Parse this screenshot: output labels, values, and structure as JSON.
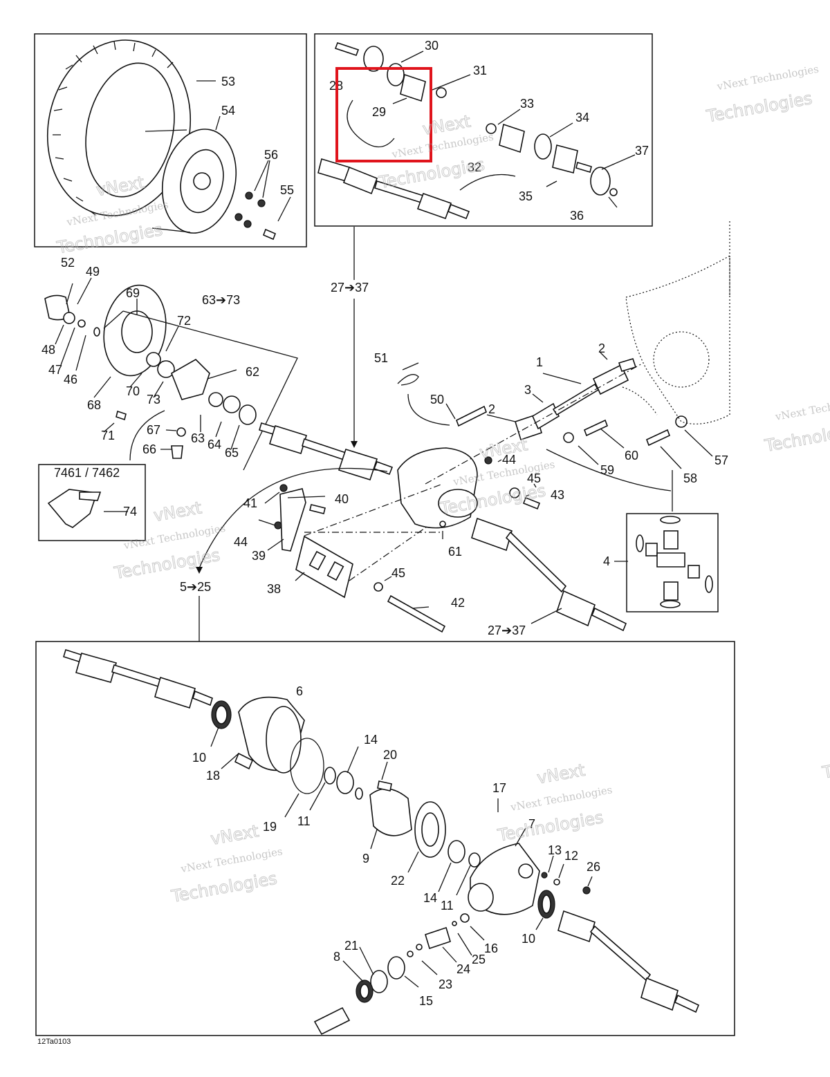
{
  "figure_code": "12Ta0103",
  "watermark": {
    "line1": "vNext Technologies",
    "line2": "vNext",
    "line3": "Technologies"
  },
  "highlight_color": "#e0141c",
  "callouts": {
    "c1": "1",
    "c2": "2",
    "c2b": "2",
    "c3": "3",
    "c4": "4",
    "c6": "6",
    "c7": "7",
    "c8": "8",
    "c9": "9",
    "c10": "10",
    "c10b": "10",
    "c11": "11",
    "c11b": "11",
    "c12": "12",
    "c13": "13",
    "c14": "14",
    "c14b": "14",
    "c15": "15",
    "c16": "16",
    "c17": "17",
    "c18": "18",
    "c19": "19",
    "c20": "20",
    "c21": "21",
    "c22": "22",
    "c23": "23",
    "c24": "24",
    "c25": "25",
    "c26": "26",
    "c28": "28",
    "c29": "29",
    "c30": "30",
    "c31": "31",
    "c32": "32",
    "c33": "33",
    "c34": "34",
    "c35": "35",
    "c36": "36",
    "c37": "37",
    "c38": "38",
    "c39": "39",
    "c40": "40",
    "c41": "41",
    "c42": "42",
    "c43": "43",
    "c44": "44",
    "c44b": "44",
    "c45": "45",
    "c45b": "45",
    "c46": "46",
    "c47": "47",
    "c48": "48",
    "c49": "49",
    "c50": "50",
    "c51": "51",
    "c52": "52",
    "c53": "53",
    "c54": "54",
    "c55": "55",
    "c56": "56",
    "c57": "57",
    "c58": "58",
    "c59": "59",
    "c60": "60",
    "c61": "61",
    "c62": "62",
    "c63": "63",
    "c64": "64",
    "c65": "65",
    "c66": "66",
    "c67": "67",
    "c68": "68",
    "c69": "69",
    "c70": "70",
    "c71": "71",
    "c72": "72",
    "c73": "73",
    "c74": "74"
  },
  "ranges": {
    "r_27_37_top": "27➔37",
    "r_63_73": "63➔73",
    "r_5_25": "5➔25",
    "r_27_37_bottom": "27➔37",
    "knuckle_models": "7461 / 7462"
  }
}
